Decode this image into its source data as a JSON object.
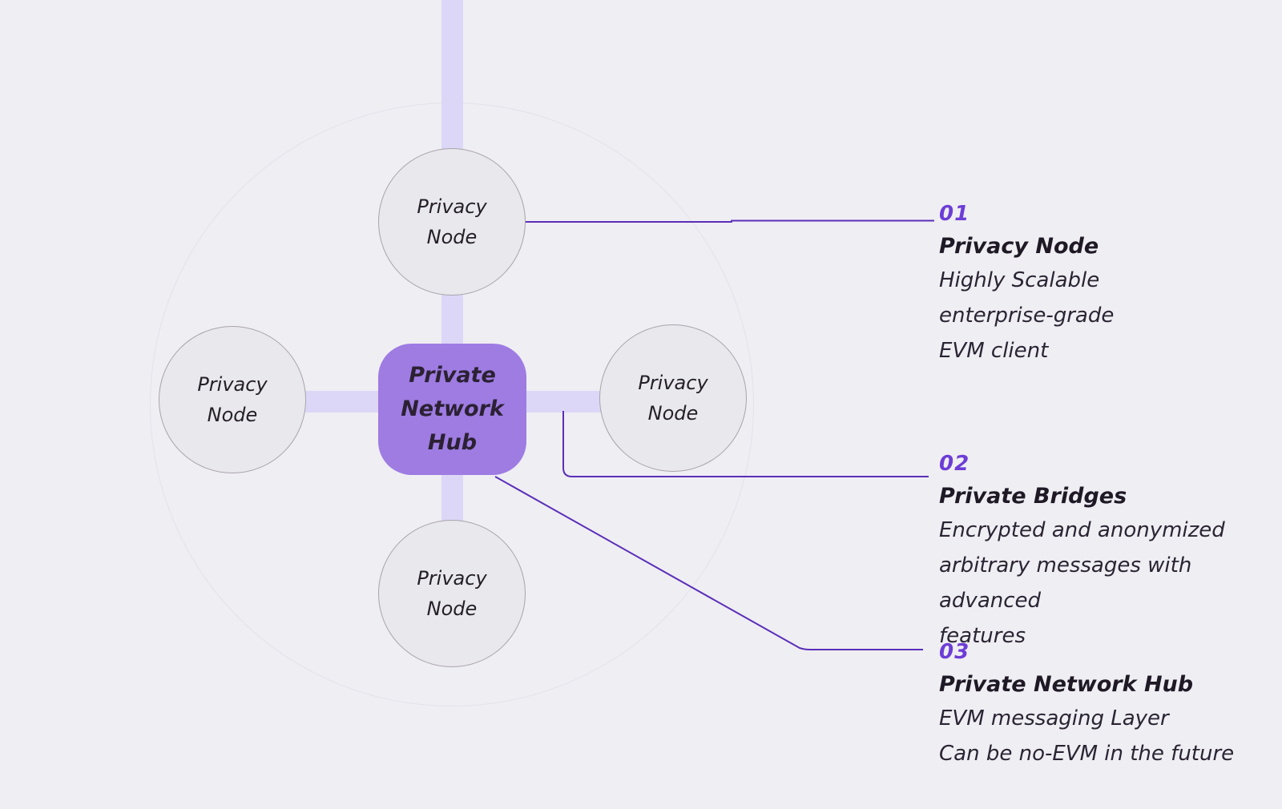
{
  "colors": {
    "background": "#efeef3",
    "circle_border": "#e3e2e9",
    "band": "#dcd7f7",
    "hub_fill": "#9e7ce2",
    "hub_text": "#2b2133",
    "node_fill": "#e9e8ec",
    "node_border": "#a7a4ab",
    "node_text": "#242028",
    "line": "#5b2eb8",
    "number": "#6d3dd6",
    "heading_text": "#1f1926",
    "body_text": "#2a2433"
  },
  "diagram": {
    "hub": {
      "line1": "Private",
      "line2": "Network Hub"
    },
    "nodes": [
      {
        "id": "top",
        "line1": "Privacy",
        "line2": "Node"
      },
      {
        "id": "left",
        "line1": "Privacy",
        "line2": "Node"
      },
      {
        "id": "right",
        "line1": "Privacy",
        "line2": "Node"
      },
      {
        "id": "bottom",
        "line1": "Privacy",
        "line2": "Node"
      }
    ]
  },
  "annotations": [
    {
      "number": "01",
      "title": "Privacy Node",
      "lines": [
        "Highly Scalable",
        "enterprise-grade",
        "EVM client"
      ]
    },
    {
      "number": "02",
      "title": "Private Bridges",
      "lines": [
        "Encrypted and anonymized",
        "arbitrary messages with advanced",
        "features"
      ]
    },
    {
      "number": "03",
      "title": "Private Network Hub",
      "lines": [
        "EVM messaging Layer",
        "Can be no-EVM in the future"
      ]
    }
  ]
}
